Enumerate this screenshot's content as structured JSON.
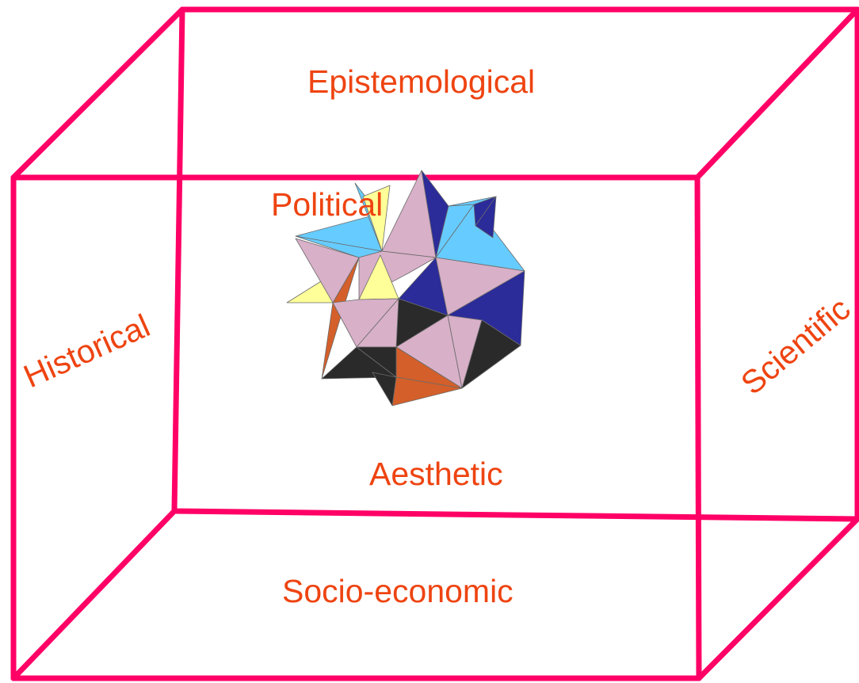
{
  "diagram": {
    "colors": {
      "frame": "#ff0066",
      "label": "#ee4411",
      "star_pink": "#d8b0c8",
      "star_light_blue": "#66ccff",
      "star_navy": "#2b2b99",
      "star_yellow": "#ffff99",
      "star_orange": "#d45f2a",
      "star_dark": "#2a2a2a"
    },
    "object": "small-stellated-dodecahedron",
    "labels": {
      "top": "Epistemological",
      "center": "Political",
      "left": "Historical",
      "right": "Scientific",
      "back": "Aesthetic",
      "bottom": "Socio-economic"
    }
  }
}
